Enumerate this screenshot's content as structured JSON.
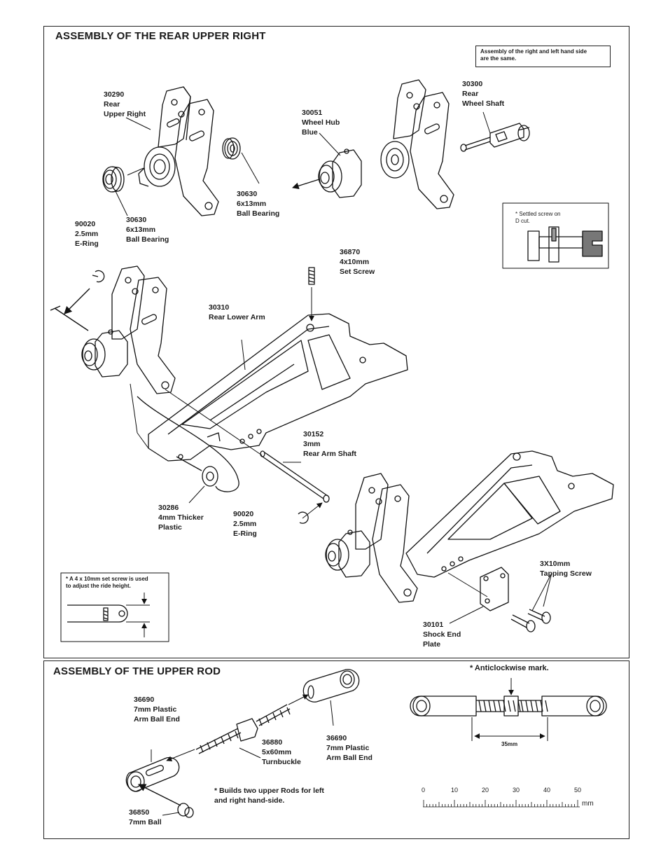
{
  "sections": {
    "rear": {
      "title": "ASSEMBLY OF THE REAR UPPER RIGHT"
    },
    "rod": {
      "title": "ASSEMBLY OF THE UPPER ROD"
    }
  },
  "notes": {
    "same_sides": "Assembly of the right and left hand side\nare the same.",
    "settled_screw": "* Settled  screw on\n   D cut.",
    "ride_height": "* A 4 x 10mm set screw is used\n  to adjust the ride height.",
    "two_rods": "* Builds two upper Rods for left\n  and right hand-side."
  },
  "parts": {
    "p30290": "30290\nRear\nUpper Right",
    "p30051": "30051\nWheel Hub\nBlue",
    "p30300": "30300\nRear\nWheel Shaft",
    "p30630a": "30630\n6x13mm\nBall Bearing",
    "p30630b": "30630\n6x13mm\nBall Bearing",
    "p90020a": "90020\n2.5mm\nE-Ring",
    "p36870": "36870\n4x10mm\nSet Screw",
    "p30310": "30310\nRear Lower Arm",
    "p30152": "30152\n3mm\nRear Arm Shaft",
    "p30286": "30286\n4mm Thicker\nPlastic",
    "p90020b": "90020\n2.5mm\nE-Ring",
    "p3x10": "3X10mm\nTapping Screw",
    "p30101": "30101\nShock End\nPlate",
    "p36690a": "36690\n7mm Plastic\nArm Ball End",
    "p36880": "36880\n5x60mm\nTurnbuckle",
    "p36690b": "36690\n7mm Plastic\nArm Ball End",
    "p36850": "36850\n7mm Ball"
  },
  "rod_detail": {
    "anticlockwise": "* Anticlockwise  mark.",
    "length": "35mm"
  },
  "ruler": {
    "ticks": [
      "0",
      "10",
      "20",
      "30",
      "40",
      "50"
    ],
    "unit": "mm"
  }
}
